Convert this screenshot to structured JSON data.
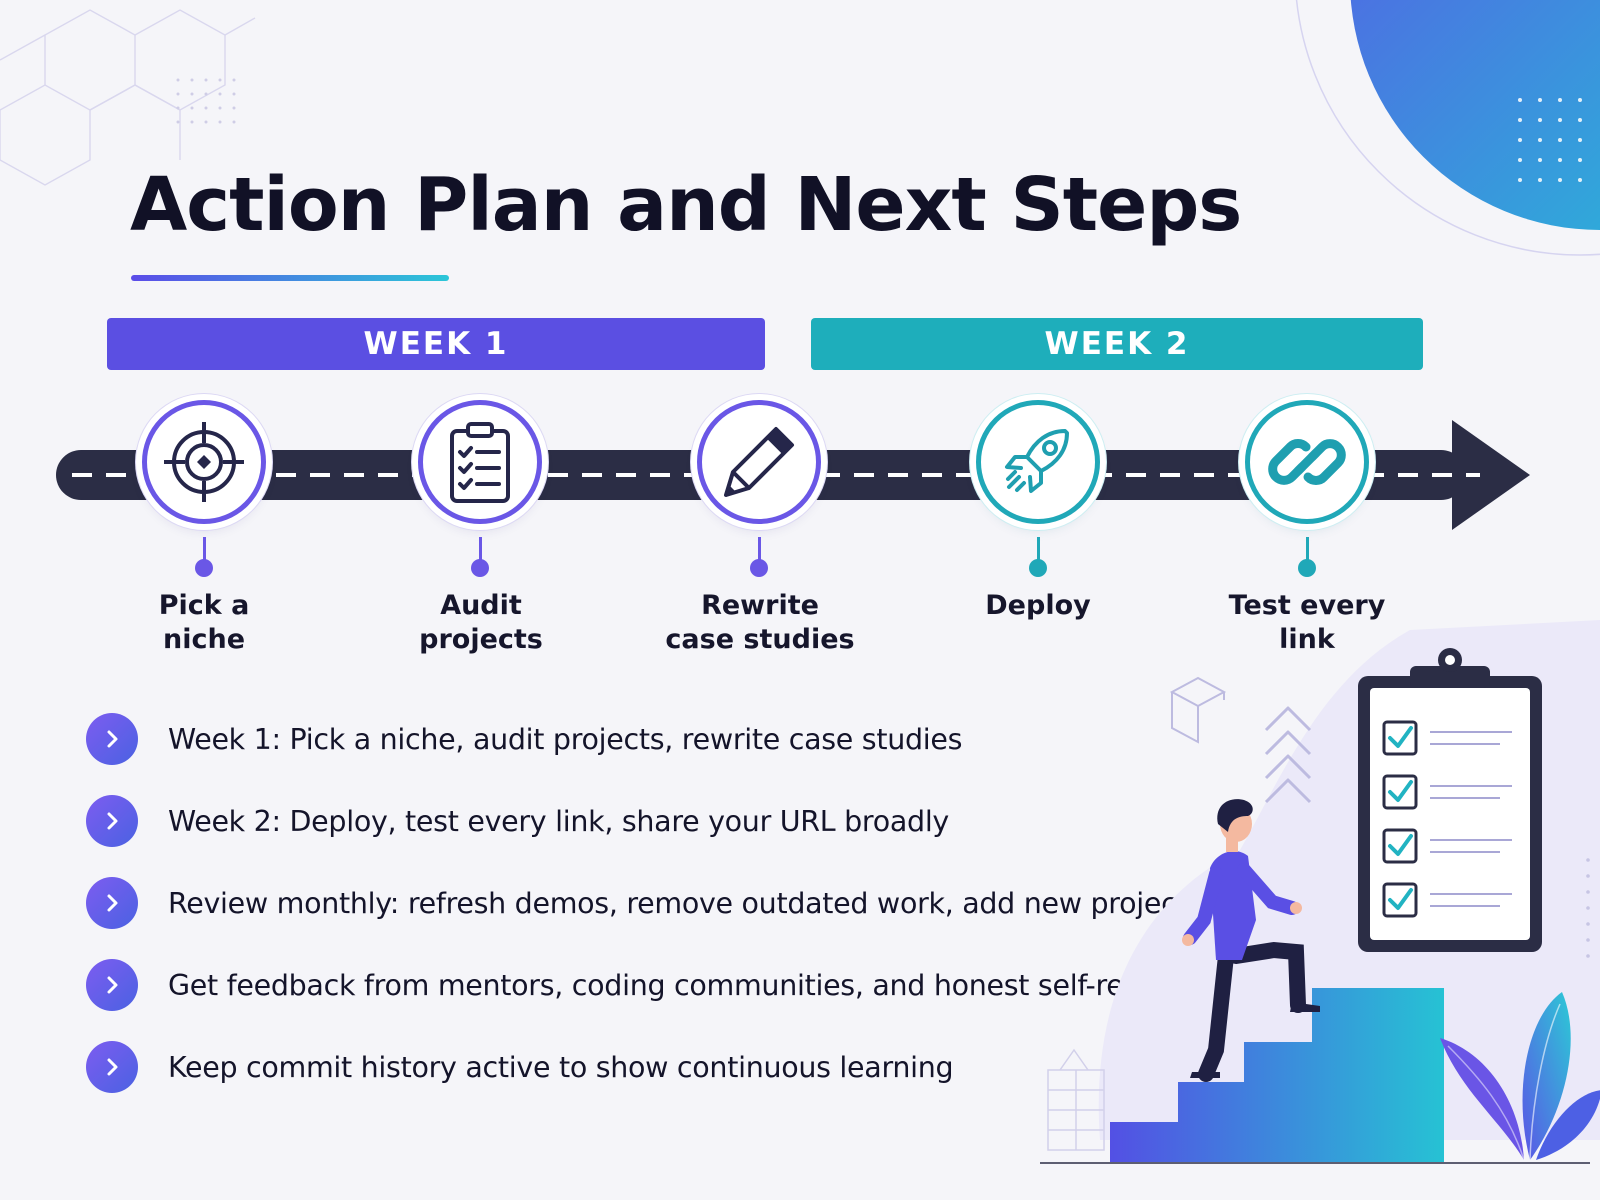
{
  "title": "Action Plan and Next Steps",
  "weeks": [
    {
      "label": "WEEK 1",
      "color": "#5b4fe2"
    },
    {
      "label": "WEEK 2",
      "color": "#1eaebb"
    }
  ],
  "steps": [
    {
      "label": "Pick a niche",
      "icon": "target-icon"
    },
    {
      "label": "Audit projects",
      "icon": "clipboard-checklist-icon"
    },
    {
      "label": "Rewrite case studies",
      "icon": "pencil-icon"
    },
    {
      "label": "Deploy",
      "icon": "rocket-icon"
    },
    {
      "label": "Test every link",
      "icon": "link-icon"
    }
  ],
  "bullets": [
    "Week 1: Pick a niche, audit projects, rewrite case studies",
    "Week 2: Deploy, test every link, share your URL broadly",
    "Review monthly: refresh demos, remove outdated work, add new projects",
    "Get feedback from mentors, coding communities, and honest self-review",
    "Keep commit history active to show continuous learning"
  ],
  "colors": {
    "accent_purple": "#6a57e6",
    "accent_teal": "#20a8b8",
    "road": "#2b2d45"
  }
}
